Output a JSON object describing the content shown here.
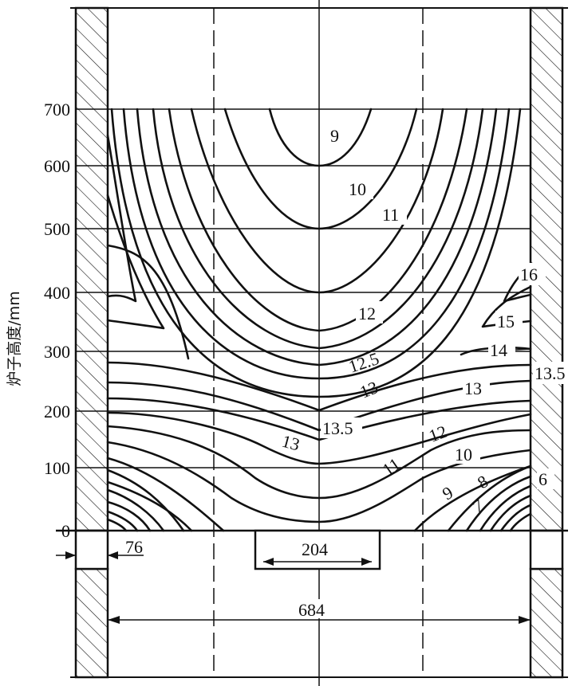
{
  "y_axis": {
    "label": "炉子高度/mm",
    "ticks": [
      "0",
      "100",
      "200",
      "300",
      "400",
      "500",
      "600",
      "700"
    ]
  },
  "dimensions": {
    "wall_gap": "76",
    "inlet_width": "204",
    "inner_width": "684"
  },
  "contour_labels": [
    "9",
    "10",
    "11",
    "12",
    "12.5",
    "13",
    "13.5",
    "13",
    "11",
    "10",
    "9",
    "8",
    "7",
    "6",
    "12",
    "13",
    "13.5",
    "14",
    "15",
    "16"
  ],
  "colors": {
    "ink": "#111111",
    "background": "#ffffff"
  }
}
